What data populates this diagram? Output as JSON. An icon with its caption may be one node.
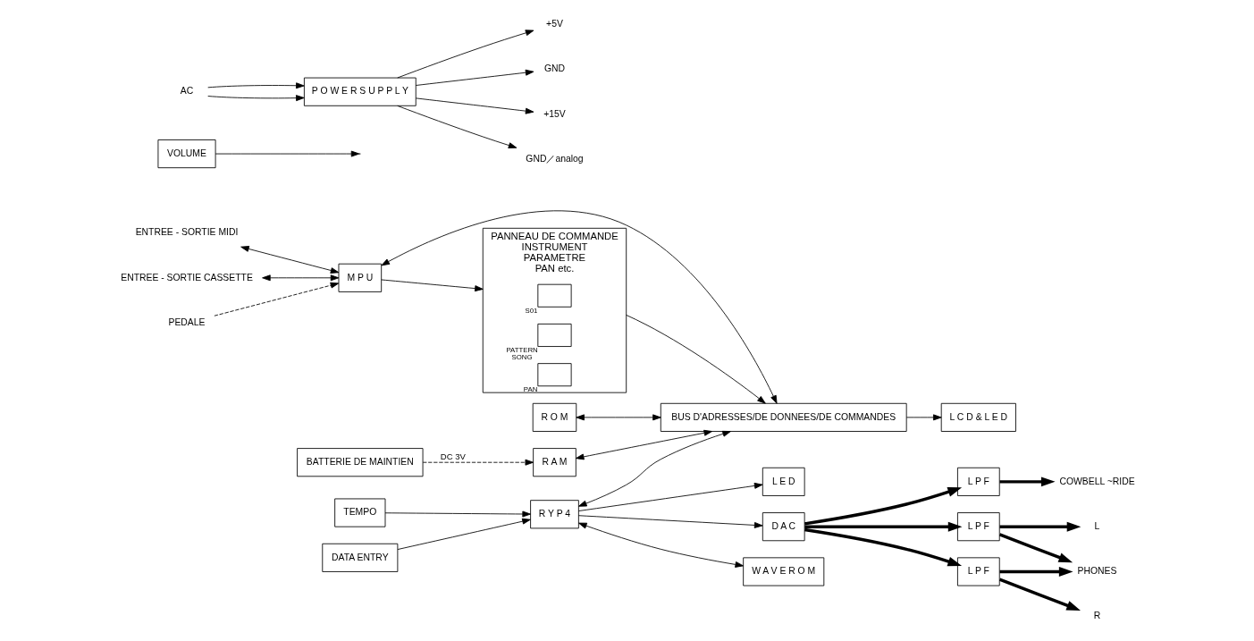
{
  "diagram": {
    "nodes": [
      {
        "text": [
          "PANNEAU DE COMMANDE",
          "INSTRUMENT",
          "PARAMETRE",
          "PAN etc."
        ]
      },
      {
        "text": [],
        "shape": "box",
        "in": 0,
        "beside": [
          "S01"
        ]
      },
      {
        "text": [],
        "shape": "box",
        "in": 0,
        "beside": [
          "PATTERN",
          "SONG"
        ]
      },
      {
        "text": [],
        "shape": "box",
        "in": 0,
        "beside": [
          "PAN"
        ]
      },
      {
        "text": [
          "L C D & L E D"
        ]
      },
      {
        "text": [
          "TEMPO"
        ]
      },
      {
        "text": [
          "DATA ENTRY"
        ]
      },
      {
        "text": [
          "L E D"
        ]
      },
      {
        "text": [
          "VOLUME"
        ]
      },
      {
        "text": [
          "ENTREE - SORTIE MIDI"
        ]
      },
      {
        "text": [
          "ENTREE - SORTIE CASSETTE"
        ]
      },
      {
        "text": [
          "PEDALE"
        ]
      },
      {
        "text": [
          "M P U"
        ]
      },
      {
        "text": [
          "BATTERIE DE MAINTIEN"
        ]
      },
      {
        "text": [
          "R O M"
        ]
      },
      {
        "text": [
          "R A M"
        ]
      },
      {
        "text": [
          "R Y P 4"
        ]
      },
      {
        "text": [
          "D A C"
        ]
      },
      {
        "text": [
          "L P F"
        ]
      },
      {
        "text": [
          "L P F"
        ]
      },
      {
        "text": [
          "L P F"
        ]
      },
      {
        "text": [
          "W A V E R O M"
        ]
      },
      {
        "text": [
          "BUS D'ADRESSES/DE DONNEES/DE COMMANDES"
        ]
      },
      {
        "text": [
          "PHONES"
        ]
      },
      {
        "text": [
          "L"
        ]
      },
      {
        "text": [
          "R"
        ]
      },
      {
        "text": [
          "COWBELL ~RIDE"
        ]
      },
      {
        "text": [
          "+5V"
        ]
      },
      {
        "text": [
          "GND"
        ]
      },
      {
        "text": [
          "+15V"
        ]
      },
      {
        "text": [
          "GND／analog"
        ]
      },
      {
        "text": [
          "P O W E R S U P P L Y"
        ]
      },
      {
        "text": [
          "AC"
        ]
      }
    ],
    "edges": [
      {
        "from": 9,
        "to": 12,
        "arrow": "both"
      },
      {
        "from": 10,
        "to": 12,
        "arrow": "both"
      },
      {
        "from": 11,
        "to": 12,
        "arrow": "to",
        "style": "dashed"
      },
      {
        "from": 12,
        "to": 0,
        "arrow": "to"
      },
      {
        "from": 12,
        "to": 22,
        "arrow": "both"
      },
      {
        "from": 14,
        "to": 22,
        "arrow": "both"
      },
      {
        "from": 15,
        "to": 22,
        "arrow": "both"
      },
      {
        "from": 0,
        "to": 22,
        "arrow": "to"
      },
      {
        "from": 22,
        "to": 4,
        "arrow": "to"
      },
      {
        "from": 16,
        "to": 22,
        "arrow": "both"
      },
      {
        "from": 13,
        "to": 15,
        "arrow": "to",
        "style": "dashed",
        "label": "DC 3V"
      },
      {
        "from": 5,
        "to": 16,
        "arrow": "to"
      },
      {
        "from": 6,
        "to": 16,
        "arrow": "to"
      },
      {
        "from": 16,
        "to": 7,
        "arrow": "to"
      },
      {
        "from": 16,
        "to": 17,
        "arrow": "to"
      },
      {
        "from": 16,
        "to": 21,
        "arrow": "both"
      },
      {
        "from": 17,
        "to": 18,
        "arrow": "to",
        "style": "thick"
      },
      {
        "from": 17,
        "to": 19,
        "arrow": "to",
        "style": "thick"
      },
      {
        "from": 17,
        "to": 20,
        "arrow": "to",
        "style": "thick"
      },
      {
        "from": 18,
        "to": 24,
        "arrow": "to",
        "style": "thick"
      },
      {
        "from": 19,
        "to": 25,
        "arrow": "to",
        "style": "thick"
      },
      {
        "from": 20,
        "to": 26,
        "arrow": "to",
        "style": "thick"
      },
      {
        "from": 18,
        "to": 23,
        "arrow": "to",
        "style": "thick"
      },
      {
        "from": 19,
        "to": 23,
        "arrow": "to",
        "style": "thick"
      },
      {
        "from": 8,
        "to": null,
        "arrow": "to"
      },
      {
        "from": 31,
        "to": 27,
        "arrow": "to"
      },
      {
        "from": 31,
        "to": 28,
        "arrow": "to"
      },
      {
        "from": 31,
        "to": 29,
        "arrow": "to"
      },
      {
        "from": 31,
        "to": 30,
        "arrow": "to"
      },
      {
        "from": 32,
        "to": 31,
        "arrow": "to"
      },
      {
        "from": 32,
        "to": 31,
        "arrow": "to"
      }
    ]
  }
}
